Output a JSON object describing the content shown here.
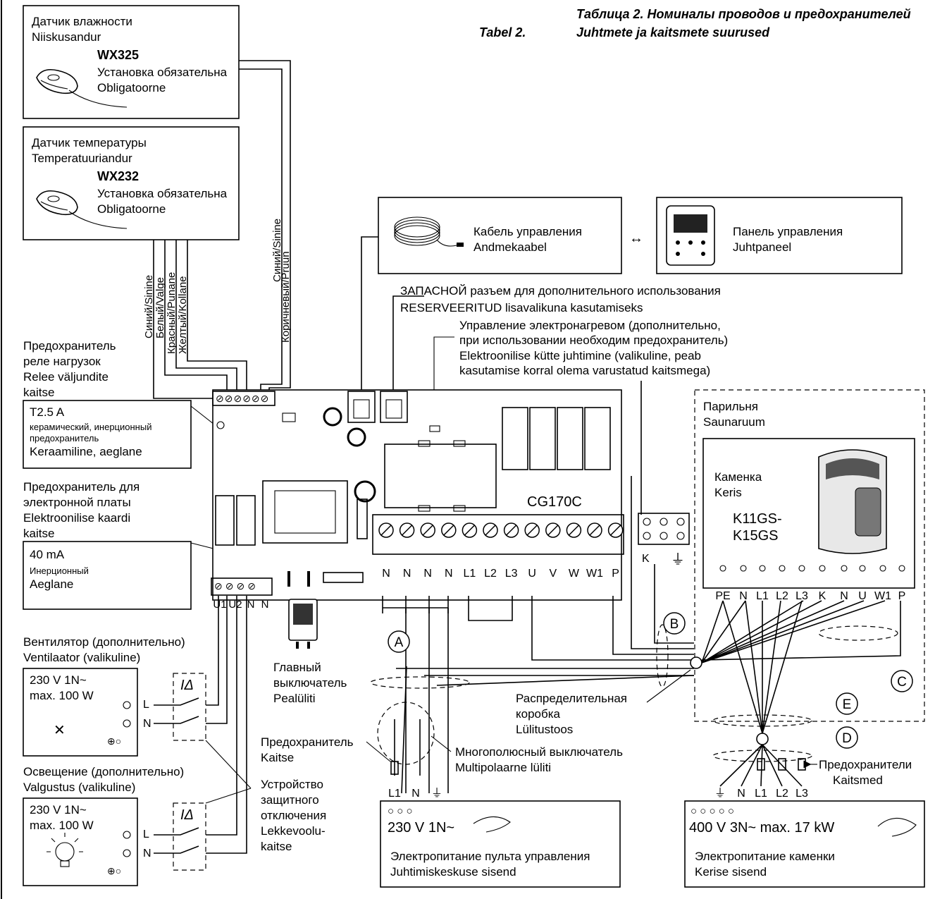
{
  "table_title": {
    "ru": "Таблица 2. Номиналы проводов и предохранителей",
    "et_label": "Tabel 2.",
    "et": "Juhtmete ja kaitsmete suurused"
  },
  "humidity_sensor": {
    "name_ru": "Датчик влажности",
    "name_et": "Niiskusandur",
    "model": "WX325",
    "req_ru": "Установка обязательна",
    "req_et": "Obligatoorne"
  },
  "temp_sensor": {
    "name_ru": "Датчик температуры",
    "name_et": "Temperatuuriandur",
    "model": "WX232",
    "req_ru": "Установка обязательна",
    "req_et": "Obligatoorne"
  },
  "wire_labels": {
    "blue": "Синий/Sinine",
    "white": "Белый/Valge",
    "red": "Красный/Punane",
    "yellow": "Желтый/Kollane",
    "blue2": "Синий/Sinine",
    "brown": "Коричневый/Pruun"
  },
  "control_cable": {
    "ru": "Кабель управления",
    "et": "Andmekaabel"
  },
  "control_panel": {
    "ru": "Панель управления",
    "et": "Juhtpaneel"
  },
  "arrow_both": "↔",
  "reserve": {
    "ru": "ЗАПАСНОЙ разъем для дополнительного использования",
    "et": "RESERVEERITUD lisavalikuna kasutamiseks"
  },
  "electric_heating": {
    "line1": "Управление электронагревом (дополнительно,",
    "line2": "при использовании необходим предохранитель)",
    "line3": "Elektroonilise kütte juhtimine (valikuline, peab",
    "line4": "kasutamise korral olema varustatud kaitsmega)"
  },
  "relay_fuse": {
    "line1": "Предохранитель",
    "line2": "реле нагрузок",
    "line3": "Relee väljundite",
    "line4": "kaitse",
    "rating": "T2.5 A",
    "desc1": "керамический, инерционный",
    "desc2": "предохранитель",
    "desc3": "Keraamiline, aeglane"
  },
  "board_fuse": {
    "line1": "Предохранитель для",
    "line2": "электронной платы",
    "line3": "Elektroonilise kaardi",
    "line4": "kaitse",
    "rating": "40 mA",
    "desc1": "Инерционный",
    "desc2": "Aeglane"
  },
  "controller_model": "CG170C",
  "terminals_main": [
    "N",
    "N",
    "N",
    "N",
    "L1",
    "L2",
    "L3",
    "U",
    "V",
    "W",
    "W1",
    "P"
  ],
  "terminals_left": [
    "U1",
    "U2",
    "N",
    "N"
  ],
  "terminal_k": "K",
  "ground_symbol": "⏚",
  "sauna_room": {
    "ru": "Парильня",
    "et": "Saunaruum"
  },
  "heater": {
    "ru": "Каменка",
    "et": "Keris",
    "model1": "K11GS-",
    "model2": "K15GS"
  },
  "heater_terminals": [
    "PE",
    "N",
    "L1",
    "L2",
    "L3",
    "K",
    "N",
    "U",
    "W1",
    "P"
  ],
  "markers": [
    "A",
    "B",
    "C",
    "D",
    "E"
  ],
  "fan": {
    "title_ru": "Вентилятор (дополнительно)",
    "title_et": "Ventilaator (valikuline)",
    "spec1": "230 V 1N~",
    "spec2": "max. 100 W",
    "l": "L",
    "n": "N"
  },
  "light": {
    "title_ru": "Освещение (дополнительно)",
    "title_et": "Valgustus (valikuline)",
    "spec1": "230 V 1N~",
    "spec2": "max. 100 W",
    "l": "L",
    "n": "N"
  },
  "rcd_symbol": "IΔ",
  "main_switch": {
    "line1": "Главный",
    "line2": "выключатель",
    "line3": "Pealüliti"
  },
  "junction_box": {
    "line1": "Распределительная",
    "line2": "коробка",
    "line3": "Lülitustoos"
  },
  "fuse_label": {
    "ru": "Предохранитель",
    "et": "Kaitse"
  },
  "multipole": {
    "ru": "Многополюсный выключатель",
    "et": "Multipolaarne lüliti"
  },
  "rcd_device": {
    "line1": "Устройство",
    "line2": "защитного",
    "line3": "отключения",
    "line4": "Lekkevoolu-",
    "line5": "kaitse"
  },
  "fuses_heater": {
    "ru": "Предохранители",
    "et": "Kaitsmed"
  },
  "supply_left": {
    "terminals": [
      "L1",
      "N",
      "⏚"
    ],
    "spec": "230 V 1N~",
    "ru": "Электропитание пульта управления",
    "et": "Juhtimiskeskuse sisend"
  },
  "supply_right": {
    "terminals": [
      "⏚",
      "N",
      "L1",
      "L2",
      "L3"
    ],
    "spec": "400 V 3N~  max. 17 kW",
    "ru": "Электропитание каменки",
    "et": "Kerise sisend"
  }
}
